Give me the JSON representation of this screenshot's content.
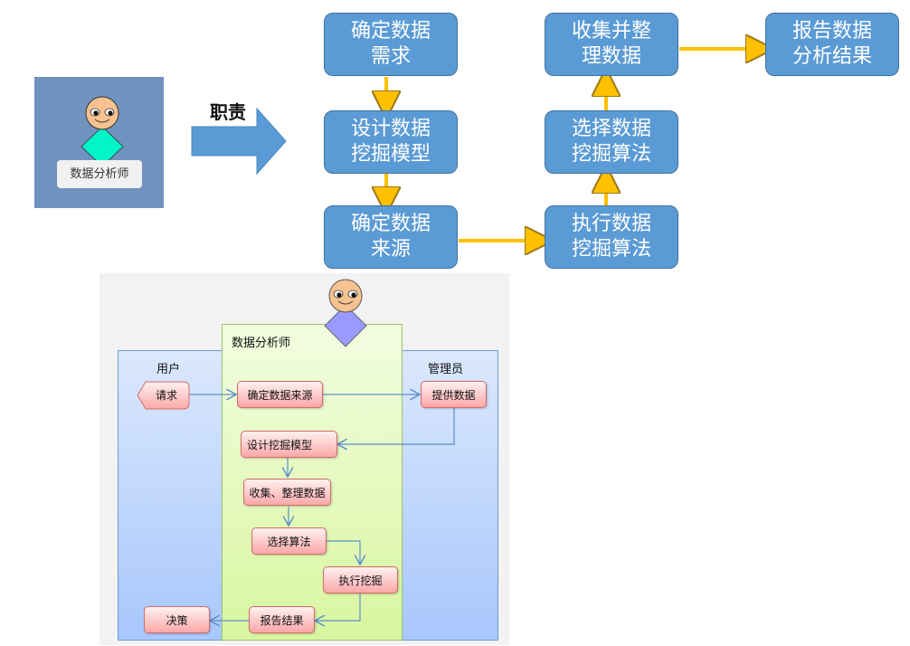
{
  "top_diagram": {
    "role_card": {
      "label": "数据分析师"
    },
    "duty_label": "职责",
    "steps": [
      {
        "id": "determine-requirements",
        "line1": "确定数据",
        "line2": "需求"
      },
      {
        "id": "design-model",
        "line1": "设计数据",
        "line2": "挖掘模型"
      },
      {
        "id": "determine-source",
        "line1": "确定数据",
        "line2": "来源"
      },
      {
        "id": "execute-algorithm",
        "line1": "执行数据",
        "line2": "挖掘算法"
      },
      {
        "id": "select-algorithm",
        "line1": "选择数据",
        "line2": "挖掘算法"
      },
      {
        "id": "collect-data",
        "line1": "收集并整",
        "line2": "理数据"
      },
      {
        "id": "report-results",
        "line1": "报告数据",
        "line2": "分析结果"
      }
    ],
    "colors": {
      "box": "#5b9bd5",
      "arrow": "#ffc000",
      "card": "#7092be",
      "body": "#00f5c8"
    }
  },
  "swimlane": {
    "lanes": {
      "user": "用户",
      "analyst": "数据分析师",
      "admin": "管理员"
    },
    "nodes": {
      "request": "请求",
      "determine_source": "确定数据来源",
      "provide_data": "提供数据",
      "design_model": "设计挖掘模型",
      "collect_data": "收集、整理数据",
      "select_algorithm": "选择算法",
      "execute_mining": "执行挖掘",
      "report_results": "报告结果",
      "decision": "决策"
    },
    "colors": {
      "lane_blue": "#c3d8fd",
      "lane_green": "#e4f9c0",
      "node": "#f9b4b4",
      "connector": "#5b8fc9",
      "body": "#9999ff"
    }
  }
}
